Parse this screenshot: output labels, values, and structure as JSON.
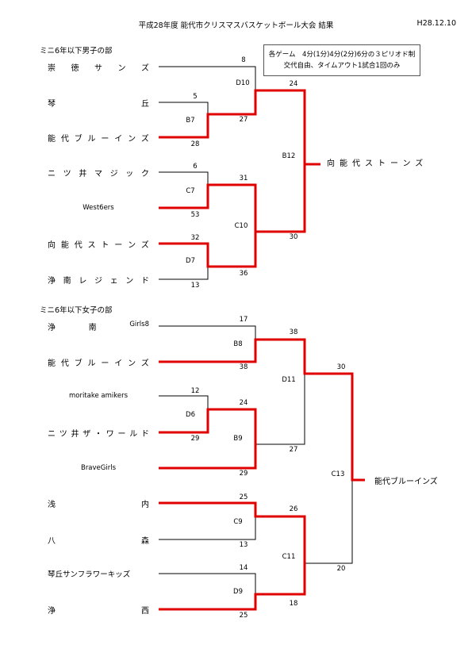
{
  "header": {
    "title": "平成28年度 能代市クリスマスバスケットボール大会 結果",
    "date": "H28.12.10"
  },
  "rules": {
    "line1": "各ゲーム　4分(1分)4分(2分)6分の３ピリオド制",
    "line2": "交代自由、タイムアウト1試合1回のみ"
  },
  "boys": {
    "section_title": "ミニ6年以下男子の部",
    "teams": [
      {
        "name": "崇徳サンズ"
      },
      {
        "left": "琴",
        "right": "丘"
      },
      {
        "name": "能代ブルーインズ"
      },
      {
        "name": "ニツ井マジック"
      },
      {
        "name_plain": "West6ers"
      },
      {
        "name": "向能代ストーンズ"
      },
      {
        "name": "浄南レジェンド"
      }
    ],
    "matches": {
      "B7": "B7",
      "C7": "C7",
      "D7": "D7",
      "D10": "D10",
      "C10": "C10",
      "B12": "B12"
    },
    "scores": {
      "koto": "5",
      "noshiro_bl": "28",
      "sutoku": "8",
      "b7w": "27",
      "niboi": "6",
      "west": "53",
      "mukai": "32",
      "jonan": "13",
      "c7w": "31",
      "d7w": "36",
      "d10w": "24",
      "c10w": "30"
    },
    "champion": "向能代ストーンズ"
  },
  "girls": {
    "section_title": "ミニ6年以下女子の部",
    "teams": [
      {
        "left": "浄",
        "mid": "南",
        "right": "Girls8"
      },
      {
        "name": "能代ブルーインズ"
      },
      {
        "name_plain": "moritake amikers"
      },
      {
        "name": "ニツ井ザ・ワールド"
      },
      {
        "name_plain": "BraveGirls"
      },
      {
        "left": "浅",
        "right": "内"
      },
      {
        "left": "八",
        "right": "森"
      },
      {
        "name_plain": "琴丘サンフラワーキッズ"
      },
      {
        "left": "浄",
        "right": "西"
      }
    ],
    "matches": {
      "B8": "B8",
      "D6": "D6",
      "B9": "B9",
      "D11": "D11",
      "C9": "C9",
      "D9": "D9",
      "C11": "C11",
      "C13": "C13"
    },
    "scores": {
      "jonan_g8": "17",
      "noshiro_bl": "38",
      "b8w": "38",
      "moritake": "12",
      "niboi_w": "29",
      "d6w": "24",
      "brave": "29",
      "b9w": "27",
      "d11w": "30",
      "asanai": "25",
      "hachimori": "13",
      "c9w": "26",
      "kotooka": "14",
      "josai": "25",
      "d9w": "18",
      "c11w": "20"
    },
    "champion": "能代ブルーインズ"
  }
}
